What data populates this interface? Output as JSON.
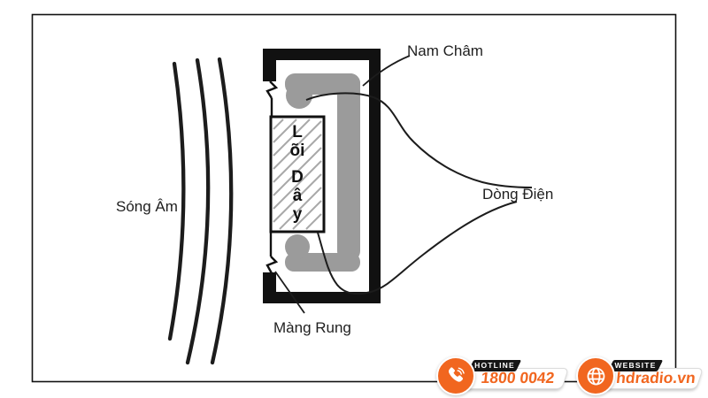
{
  "diagram": {
    "labels": {
      "sound_wave": "Sóng Âm",
      "magnet": "Nam Châm",
      "coil_line1": "Lõi",
      "coil_line2": "Dây",
      "current": "Dòng Điện",
      "diaphragm": "Màng Rung"
    }
  },
  "footer": {
    "hotline": {
      "tab": "HOTLINE",
      "value": "1800 0042"
    },
    "website": {
      "tab": "WEBSITE",
      "value": "hdradio.vn"
    }
  },
  "colors": {
    "accent_orange": "#f1661f",
    "magnet_gray": "#9b9b9b",
    "line_black": "#1c1c1c"
  }
}
